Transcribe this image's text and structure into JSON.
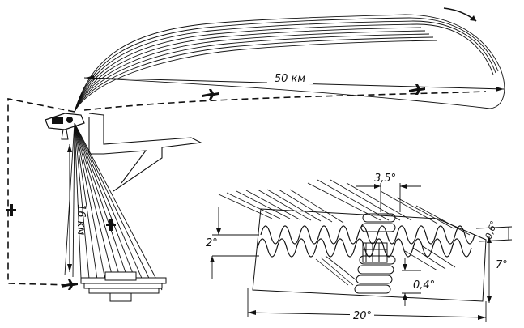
{
  "labels": {
    "dist_long": "50 км",
    "dist_short": "16 км",
    "ang_gap": "3,5°",
    "ang_left": "2°",
    "ang_small": "0,6°",
    "ang_right": "7°",
    "ang_bottom_small": "0,4°",
    "ang_width": "20°"
  },
  "colors": {
    "ink": "#111111",
    "paper": "#ffffff"
  }
}
